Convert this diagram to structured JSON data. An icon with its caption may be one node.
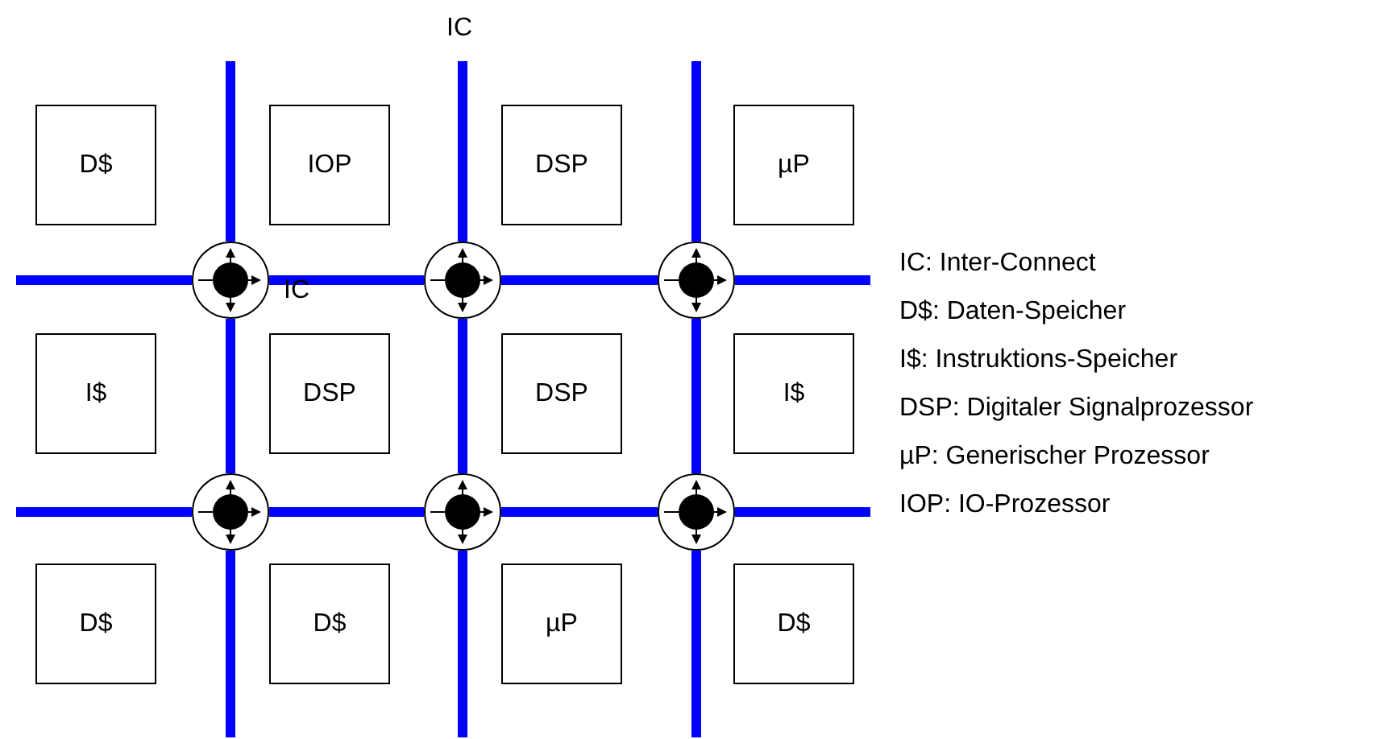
{
  "diagram": {
    "nodes": [
      {
        "text": [
          "D$"
        ]
      },
      {
        "text": [
          "IOP"
        ]
      },
      {
        "text": [
          "DSP"
        ]
      },
      {
        "text": [
          "µP"
        ]
      },
      {
        "text": [
          "I$"
        ]
      },
      {
        "text": [
          "DSP"
        ]
      },
      {
        "text": [
          "DSP"
        ]
      },
      {
        "text": [
          "I$"
        ]
      },
      {
        "text": [
          "D$"
        ]
      },
      {
        "text": [
          "D$"
        ]
      },
      {
        "text": [
          "µP"
        ]
      },
      {
        "text": [
          "D$"
        ]
      },
      {
        "text": [],
        "shape": "circle"
      },
      {
        "text": [],
        "shape": "circle"
      },
      {
        "text": [],
        "shape": "circle"
      },
      {
        "text": [],
        "shape": "circle"
      },
      {
        "text": [],
        "shape": "circle"
      },
      {
        "text": [],
        "shape": "circle"
      }
    ],
    "edges": [
      {
        "from": null,
        "to": 12,
        "arrow": "none"
      },
      {
        "from": 12,
        "to": 13,
        "arrow": "none"
      },
      {
        "from": 13,
        "to": 14,
        "arrow": "none"
      },
      {
        "from": 14,
        "to": null,
        "arrow": "none"
      },
      {
        "from": null,
        "to": 15,
        "arrow": "none"
      },
      {
        "from": 15,
        "to": 16,
        "arrow": "none"
      },
      {
        "from": 16,
        "to": 17,
        "arrow": "none"
      },
      {
        "from": 17,
        "to": null,
        "arrow": "none"
      },
      {
        "from": null,
        "to": 12,
        "arrow": "none"
      },
      {
        "from": 12,
        "to": 15,
        "arrow": "none"
      },
      {
        "from": 15,
        "to": null,
        "arrow": "none"
      },
      {
        "from": null,
        "to": 13,
        "arrow": "none"
      },
      {
        "from": 13,
        "to": 16,
        "arrow": "none"
      },
      {
        "from": 16,
        "to": null,
        "arrow": "none"
      },
      {
        "from": null,
        "to": 14,
        "arrow": "none"
      },
      {
        "from": 14,
        "to": 17,
        "arrow": "none"
      },
      {
        "from": 17,
        "to": null,
        "arrow": "none"
      }
    ],
    "labels": [
      "IC",
      "IC",
      "IC: Inter-Connect",
      "D$: Daten-Speicher",
      "I$: Instruktions-Speicher",
      "DSP: Digitaler Signalprozessor",
      "µP: Generischer Prozessor",
      "IOP: IO-Prozessor"
    ]
  }
}
